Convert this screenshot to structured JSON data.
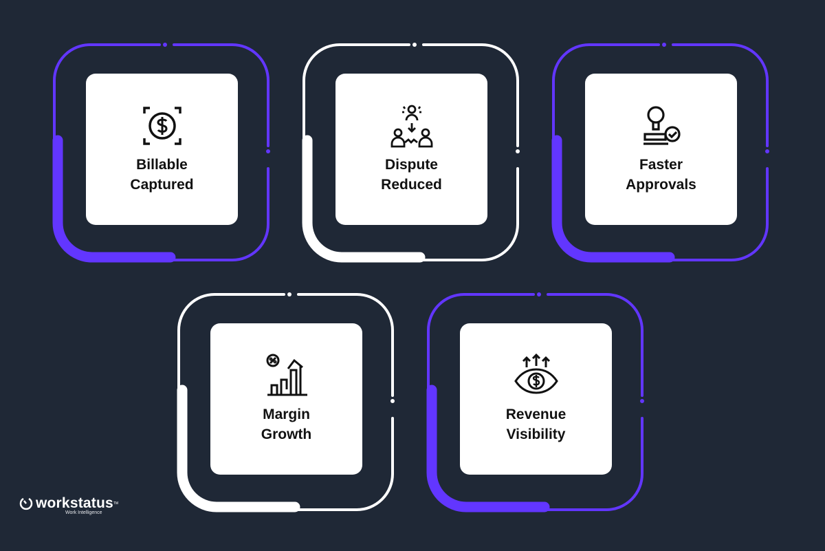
{
  "colors": {
    "background": "#1f2836",
    "purple": "#6236ff",
    "white": "#ffffff"
  },
  "tiles": [
    {
      "label1": "Billable",
      "label2": "Captured",
      "icon": "dollar-focus-icon",
      "frame": "purple"
    },
    {
      "label1": "Dispute",
      "label2": "Reduced",
      "icon": "people-conflict-icon",
      "frame": "white"
    },
    {
      "label1": "Faster",
      "label2": "Approvals",
      "icon": "approval-stamp-icon",
      "frame": "purple"
    },
    {
      "label1": "Margin",
      "label2": "Growth",
      "icon": "growth-chart-icon",
      "frame": "white"
    },
    {
      "label1": "Revenue",
      "label2": "Visibility",
      "icon": "revenue-eye-icon",
      "frame": "purple"
    }
  ],
  "logo": {
    "name": "workstatus",
    "tm": "TM",
    "tagline": "Work Intelligence"
  }
}
